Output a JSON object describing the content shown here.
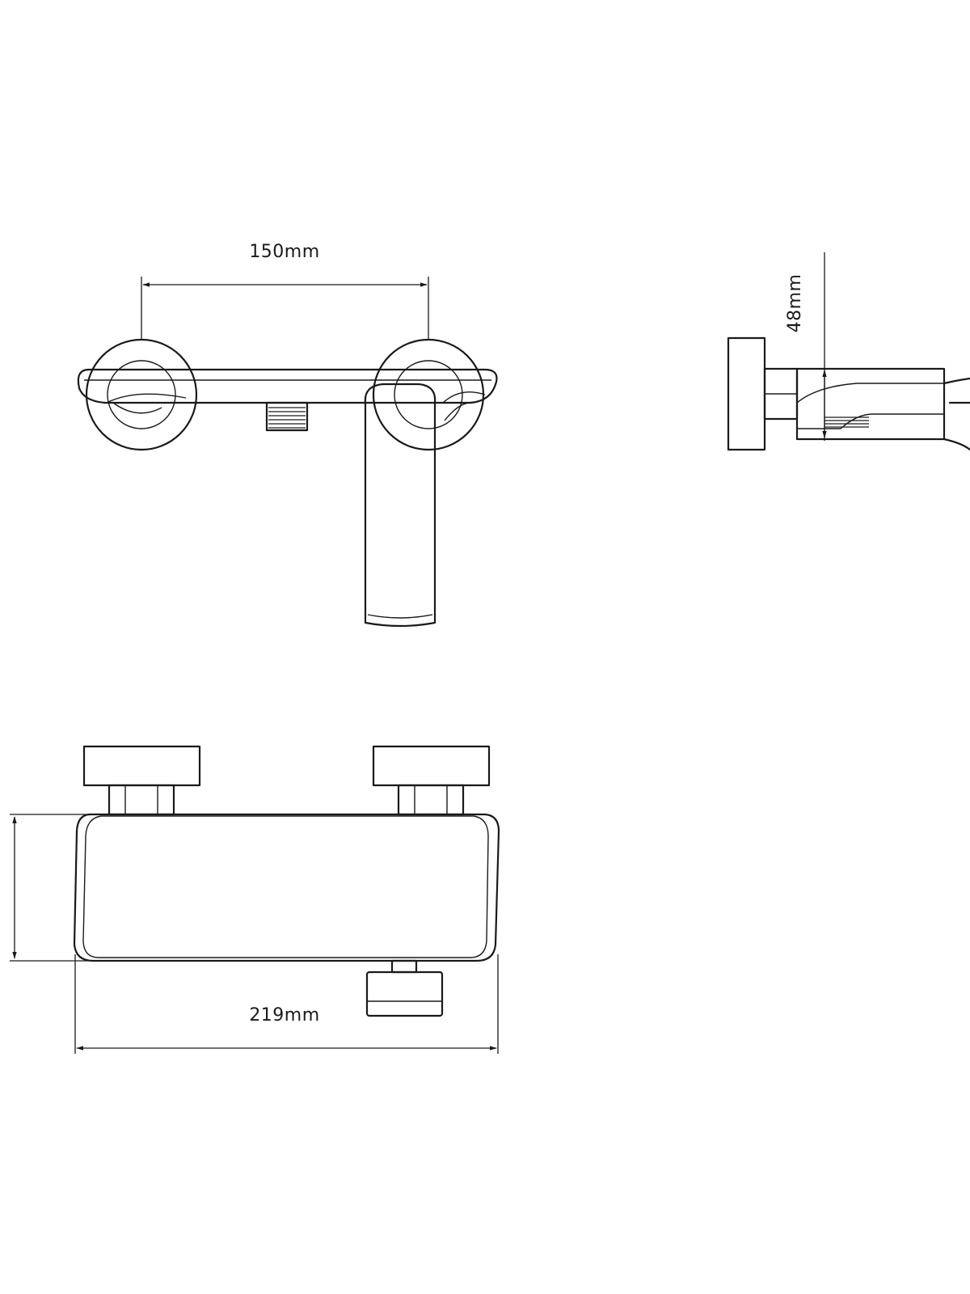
{
  "dimensions": {
    "spacing_label": "150mm",
    "width_label": "219mm",
    "depth_label": "48mm"
  }
}
